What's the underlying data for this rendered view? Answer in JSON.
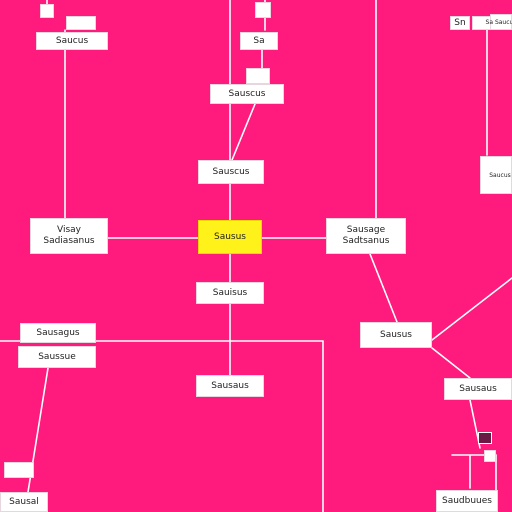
{
  "colors": {
    "background": "#ff1a7d",
    "node_fill": "#ffffff",
    "link": "#ffffff",
    "central_node_fill": "#fff21a",
    "edge_chip": "#6a1a44"
  },
  "nodes": {
    "central": "Sausus",
    "top_left_chip": "Saucus",
    "top_center_chip": "Sa",
    "top_far_chip": "Sn",
    "upper_center": "Sauscus",
    "top_right": "Sa Saucus",
    "right_edge": "Saucus",
    "left_top": "Visay",
    "left_bottom": "Sadiasanus",
    "right_top": "Sausage",
    "right_bottom": "Sadtsanus",
    "below_center": "Sauisus",
    "left_lower_title": "Sausagus",
    "left_lower_sub": "Saussue",
    "right_mid": "Sausus",
    "bottom_center": "Sausaus",
    "right_lower": "Sausaus",
    "bottom_left": "Sausal",
    "bottom_right": "Saudbuues"
  }
}
